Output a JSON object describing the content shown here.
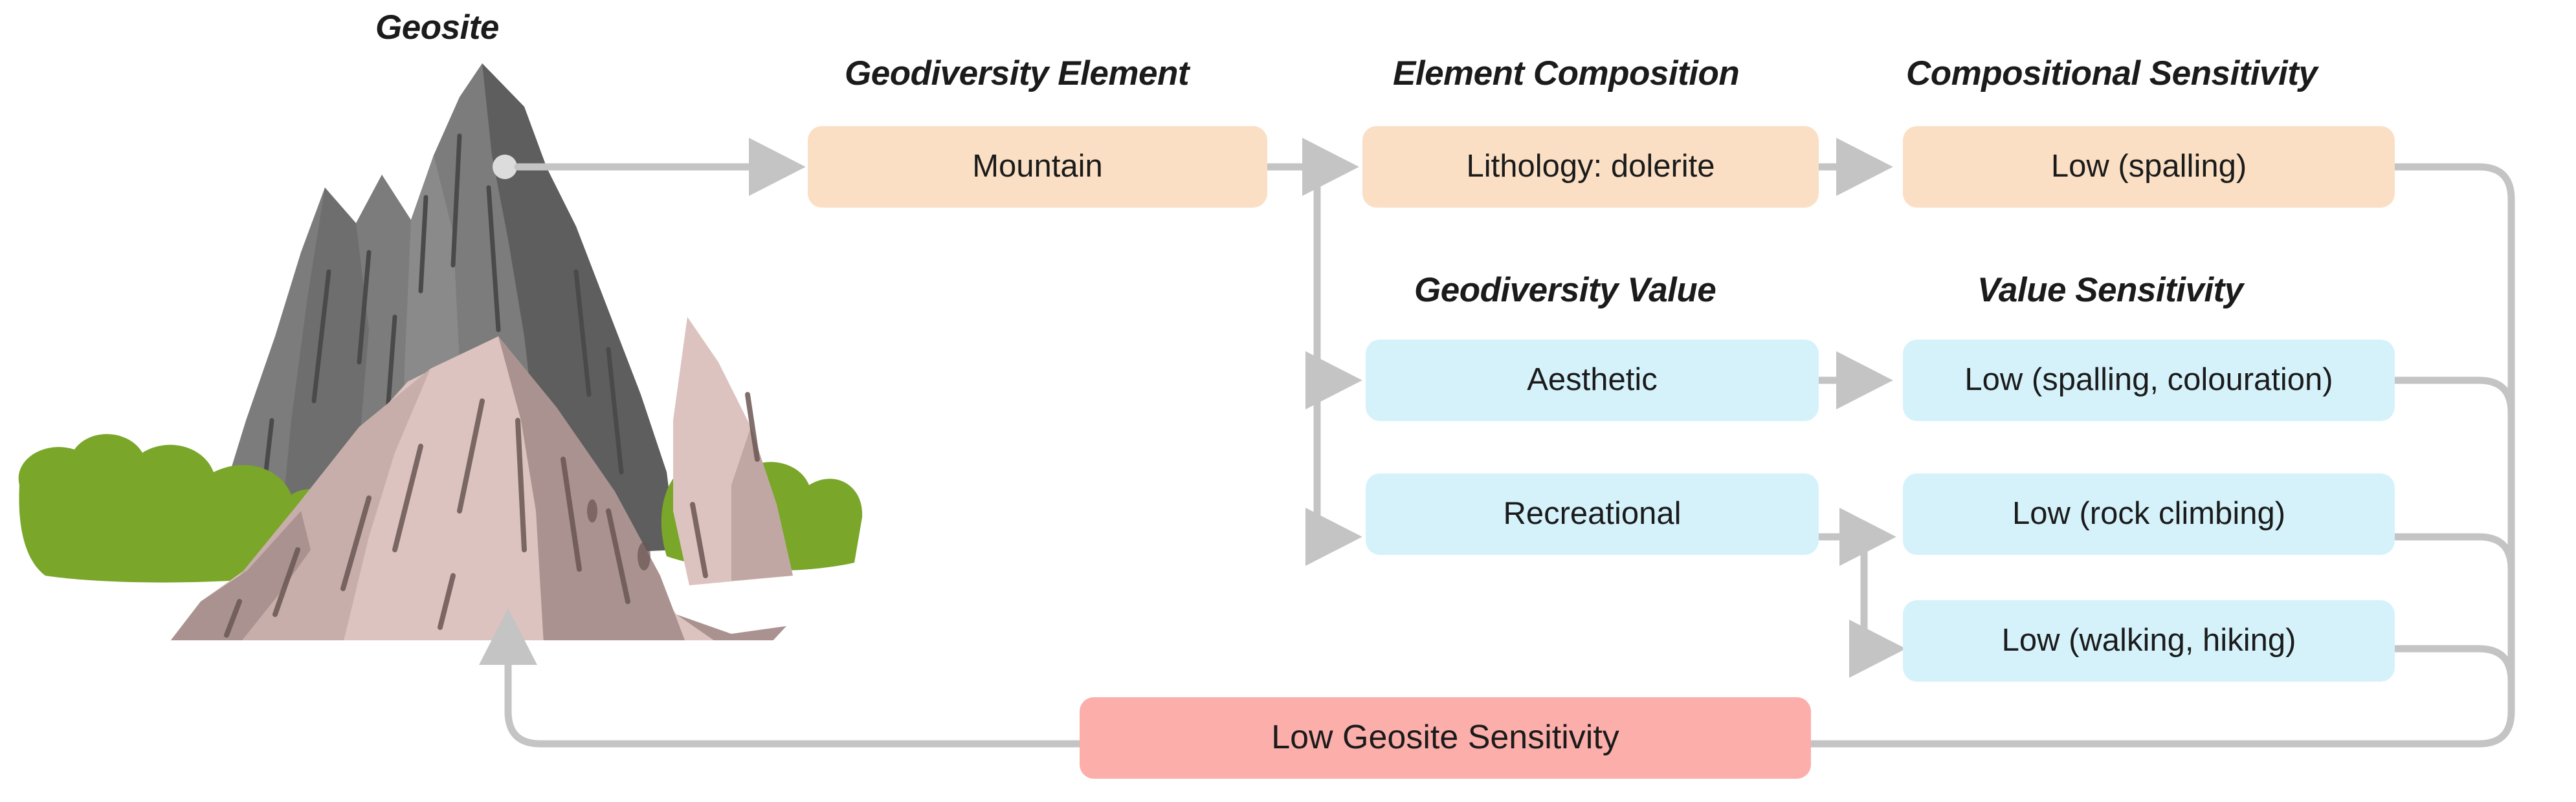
{
  "diagram": {
    "title_geosite": "Geosite",
    "columns": [
      {
        "key": "geodiversity_element",
        "label": "Geodiversity Element"
      },
      {
        "key": "element_composition",
        "label": "Element Composition"
      },
      {
        "key": "compositional_sensitivity",
        "label": "Compositional Sensitivity"
      },
      {
        "key": "geodiversity_value",
        "label": "Geodiversity Value"
      },
      {
        "key": "value_sensitivity",
        "label": "Value Sensitivity"
      }
    ],
    "nodes": {
      "element": "Mountain",
      "composition": "Lithology: dolerite",
      "compositional_sensitivity": "Low (spalling)",
      "value_aesthetic": "Aesthetic",
      "value_recreational": "Recreational",
      "sensitivity_aesthetic": "Low (spalling, colouration)",
      "sensitivity_rock_climbing": "Low (rock climbing)",
      "sensitivity_walking_hiking": "Low (walking, hiking)",
      "result": "Low Geosite Sensitivity"
    },
    "colors": {
      "orange_fill": "#fadfc4",
      "blue_fill": "#d5f2fb",
      "pink_fill": "#fbaeaa",
      "connector": "#c4c4c4",
      "text": "#1b1b1b",
      "mountain_dark_grey": "#7c7c7c",
      "mountain_shadow_grey": "#5e5e5e",
      "mountain_pink_rock": "#dcc3bf",
      "mountain_pink_shade": "#a9928f",
      "vegetation_green": "#7aa62a"
    }
  }
}
